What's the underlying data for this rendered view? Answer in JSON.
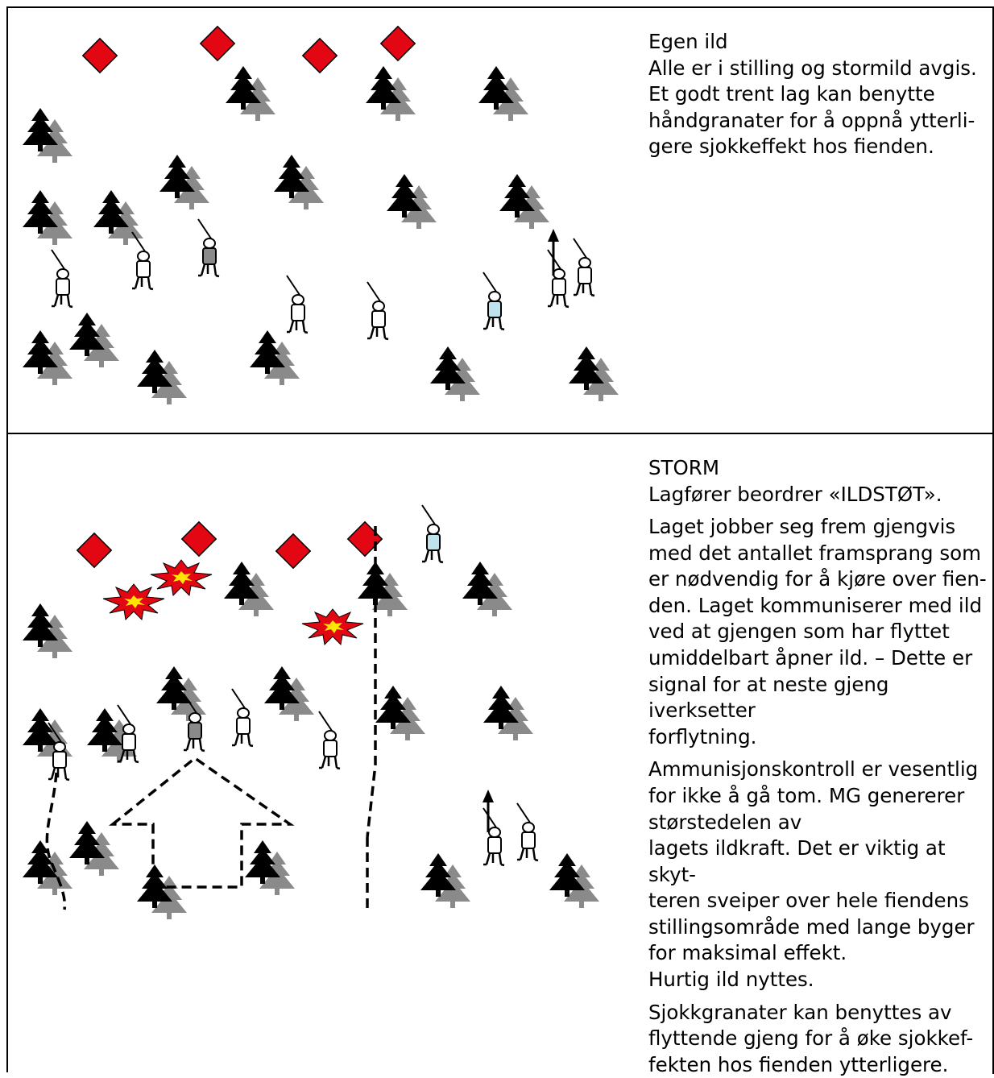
{
  "panel_top": {
    "heading": "Egen ild",
    "lines": [
      "Alle er i stilling og stormild avgis.",
      "Et godt trent lag kan benytte",
      "håndgranater for å oppnå ytterli-",
      "gere sjokkeffekt hos fienden."
    ]
  },
  "panel_bottom": {
    "heading": "STORM",
    "command_prefix": "Lagfører beordrer ",
    "command": "«ILDSTØT».",
    "para1": [
      "Laget jobber seg frem gjengvis",
      "med det antallet framsprang som",
      "er nødvendig for å kjøre over fien-",
      "den. Laget kommuniserer med ild",
      "ved at gjengen som har flyttet",
      "umiddelbart åpner ild. – Dette er",
      "signal for at neste gjeng iverksetter",
      "forflytning."
    ],
    "para2": [
      "Ammunisjonskontroll er vesentlig",
      "for ikke å gå tom. MG genererer",
      "størstedelen av",
      "lagets ildkraft. Det er viktig at skyt-",
      "teren sveiper over hele fiendens",
      "stillingsområde med lange byger",
      "for maksimal effekt.",
      "Hurtig ild nyttes."
    ],
    "para3": [
      "Sjokkgranater kan benyttes av",
      "flyttende gjeng for å øke sjokkef-",
      "fekten hos fienden ytterligere."
    ]
  },
  "colors": {
    "enemy": "#e30613",
    "tree_front": "#000000",
    "tree_back": "#8a8a8a",
    "mg_soldier": "#bfe3ec",
    "soldier": "#ffffff",
    "explosion_outer": "#e30613",
    "explosion_inner": "#ffe600"
  },
  "icons": [
    "enemy-position-icon",
    "tree-icon",
    "soldier-icon",
    "explosion-icon",
    "arrow-icon"
  ]
}
